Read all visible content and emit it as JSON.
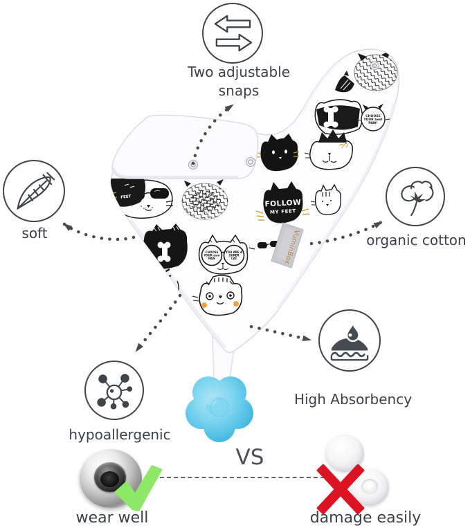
{
  "callouts": {
    "snaps": {
      "label_line1": "Two adjustable",
      "label_line2": "snaps",
      "icon": "double-arrow-icon"
    },
    "soft": {
      "label": "soft",
      "icon": "feather-icon"
    },
    "organic_cotton": {
      "label": "organic cotton",
      "icon": "cotton-icon"
    },
    "hypoallergenic": {
      "label": "hypoallergenic",
      "icon": "molecule-icon"
    },
    "high_absorbency": {
      "label": "High Absorbency",
      "icon": "absorbency-icon"
    }
  },
  "comparison": {
    "vs_label": "VS",
    "good_label": "wear well",
    "good_icon": "check-icon",
    "bad_label": "damage easily",
    "bad_icon": "cross-icon"
  },
  "product": {
    "brand_tag": "VuminBox",
    "pattern_texts": {
      "follow_line1": "FOLLOW",
      "follow_line2": "MY FEET",
      "bubble_line1": "CHOOSE",
      "bubble_line2": "YOUR best",
      "bubble_line3": "PAW!",
      "left_lens_line1": "CHOOSE",
      "left_lens_line2": "YOUR own",
      "left_lens_line3": "PAW",
      "right_lens_line1": "YOU ARE A",
      "right_lens_line2": "SUPER",
      "right_lens_line3": "CAT",
      "underside_partial": "FEET"
    },
    "teether_color": "#58c3e7",
    "fabric_color": "#fdfdff",
    "pattern_ink": "#1a1a1a",
    "accent_gold": "#c9972e",
    "cheek_orange": "#f2a33c"
  },
  "colors": {
    "connector_gray": "#4a4a4a",
    "text_gray": "#3c4047",
    "circle_border": "#3f444b",
    "check_green": "#8ee867",
    "cross_red": "#dc1322",
    "tag_gold": "#a8834d"
  }
}
